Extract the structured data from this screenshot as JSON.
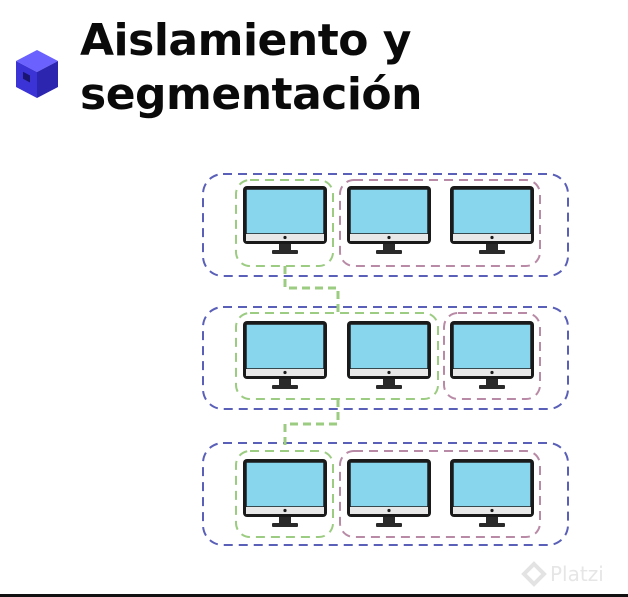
{
  "title": {
    "line1": "Aislamiento y",
    "line2": "segmentación"
  },
  "watermark": {
    "text": "Platzi"
  },
  "icons": {
    "logo": "cube-icon",
    "computer": "monitor-icon",
    "watermark": "platzi-logo-icon"
  },
  "colors": {
    "network_border": "#5a5fb8",
    "segment_green": "#9ccc82",
    "segment_pink": "#b98aa6",
    "screen": "#87d6ee",
    "cube_front": "#3b33d6",
    "cube_top": "#6a61ff"
  },
  "diagram": {
    "networks": [
      {
        "row": 1,
        "computers": 3,
        "segments": [
          {
            "color": "green",
            "members": [
              1
            ]
          },
          {
            "color": "pink",
            "members": [
              2,
              3
            ]
          }
        ]
      },
      {
        "row": 2,
        "computers": 3,
        "segments": [
          {
            "color": "green",
            "members": [
              1,
              2
            ]
          },
          {
            "color": "pink",
            "members": [
              3
            ]
          }
        ]
      },
      {
        "row": 3,
        "computers": 3,
        "segments": [
          {
            "color": "green",
            "members": [
              1
            ]
          },
          {
            "color": "pink",
            "members": [
              2,
              3
            ]
          }
        ]
      }
    ],
    "links": [
      {
        "from_row": 1,
        "to_row": 2,
        "color": "green"
      },
      {
        "from_row": 2,
        "to_row": 3,
        "color": "green"
      }
    ]
  }
}
